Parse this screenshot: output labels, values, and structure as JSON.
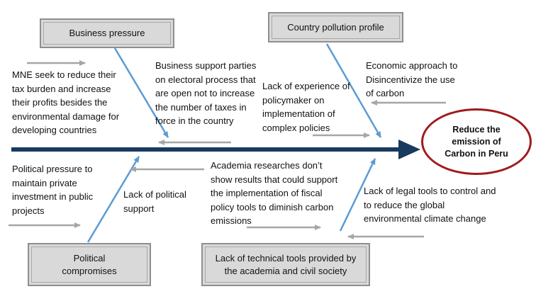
{
  "effect": "Reduce the\nemission of\nCarbon in Peru",
  "categories": {
    "business": "Business pressure",
    "pollution": "Country pollution profile",
    "political": "Political\ncompromises",
    "technical": "Lack of technical tools provided by\nthe academia and civil society"
  },
  "causes": {
    "mne": "MNE seek to reduce their\ntax burden and increase\ntheir profits besides the\nenvironmental damage for\ndeveloping countries",
    "support_parties": "Business support parties\non electoral process that\nare open not to increase\nthe number of taxes in\nforce in the country",
    "lack_experience": "Lack of experience of\npolicymaker on\nimplementation of\ncomplex policies",
    "economic": "Economic approach to\nDisincentivize the use\nof carbon",
    "political_pressure": "Political pressure to\nmaintain private\ninvestment in public\nprojects",
    "lack_political_support": "Lack of political\nsupport",
    "academia": "Academia researches don’t\nshow results that could support\nthe implementation of fiscal\npolicy tools to diminish carbon\nemissions",
    "legal_tools": "Lack of legal tools to control and\nto reduce the global\nenvironmental climate change"
  }
}
